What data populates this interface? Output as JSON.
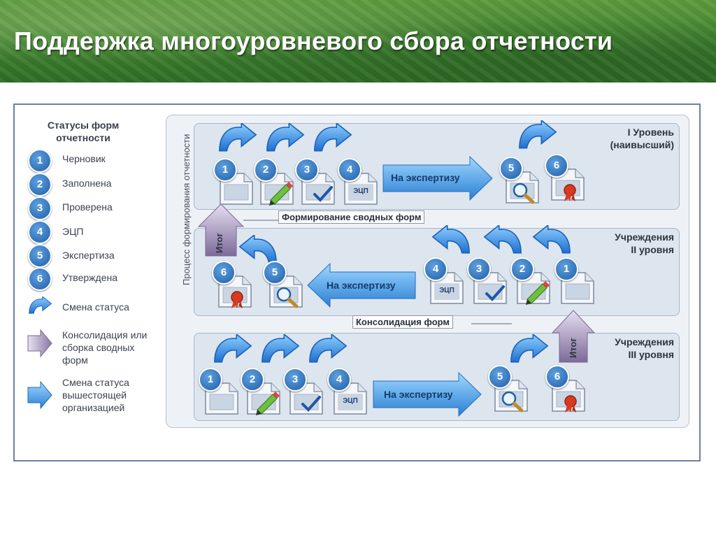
{
  "title": "Поддержка многоуровневого сбора отчетности",
  "legend": {
    "heading_line1": "Статусы форм",
    "heading_line2": "отчетности",
    "statuses": [
      {
        "num": "1",
        "label": "Черновик"
      },
      {
        "num": "2",
        "label": "Заполнена"
      },
      {
        "num": "3",
        "label": "Проверена"
      },
      {
        "num": "4",
        "label": "ЭЦП"
      },
      {
        "num": "5",
        "label": "Экспертиза"
      },
      {
        "num": "6",
        "label": "Утверждена"
      }
    ],
    "change_status": "Смена статуса",
    "consolidation": [
      "Консолидация или",
      "сборка сводных",
      "форм"
    ],
    "higher_org": [
      "Смена статуса",
      "вышестоящей",
      "организацией"
    ]
  },
  "process_label": "Процесс формирования отчетности",
  "levels": {
    "l1": [
      "I Уровень",
      "(наивысший)"
    ],
    "l2": [
      "Учреждения",
      "II уровня"
    ],
    "l3": [
      "Учреждения",
      "III уровня"
    ]
  },
  "expertise_arrow": "На экспертизу",
  "ecp_label": "ЭЦП",
  "itog": "Итог",
  "form_summary": "Формирование сводных форм",
  "consolidation_forms": "Консолидация форм",
  "colors": {
    "badge": "#2a6fc0",
    "status_arrow": "#2f7fd6",
    "consolidation_arrow": "#8f7ca8",
    "panel": "#dde6ef"
  }
}
